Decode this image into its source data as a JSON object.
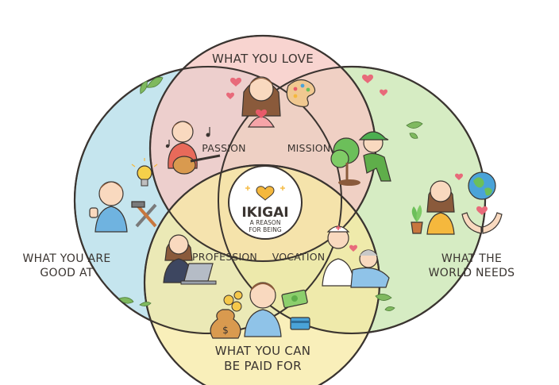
{
  "circles": {
    "love": {
      "label": "WHAT YOU LOVE",
      "color": "#f6c9c4"
    },
    "world": {
      "label_line1": "WHAT THE",
      "label_line2": "WORLD NEEDS",
      "color": "#cfe9b8"
    },
    "good": {
      "label_line1": "WHAT YOU ARE",
      "label_line2": "GOOD AT",
      "color": "#bfe2ec"
    },
    "paid": {
      "label_line1": "WHAT YOU CAN",
      "label_line2": "BE PAID FOR",
      "color": "#f7eaa3"
    }
  },
  "overlaps": {
    "passion": "PASSION",
    "mission": "MISSION",
    "profession": "PROFESSION",
    "vocation": "VOCATION"
  },
  "center": {
    "title": "IKIGAI",
    "subtitle_line1": "A REASON",
    "subtitle_line2": "FOR BEING",
    "heart_color": "#f5b83d"
  },
  "icons": [
    "girl-holding-heart-icon",
    "palette-icon",
    "hearts-icon",
    "guitar-player-icon",
    "music-notes-icon",
    "gardener-planting-tree-icon",
    "globe-icon",
    "plant-pot-icon",
    "helping-hands-icon",
    "woman-with-plant-icon",
    "thumbs-up-boy-icon",
    "lightbulb-icon",
    "tools-icon",
    "office-worker-laptop-icon",
    "nurse-with-patient-icon",
    "man-with-money-icon",
    "money-bag-icon",
    "banknote-icon",
    "credit-card-icon",
    "coins-icon",
    "leaf-icon"
  ]
}
